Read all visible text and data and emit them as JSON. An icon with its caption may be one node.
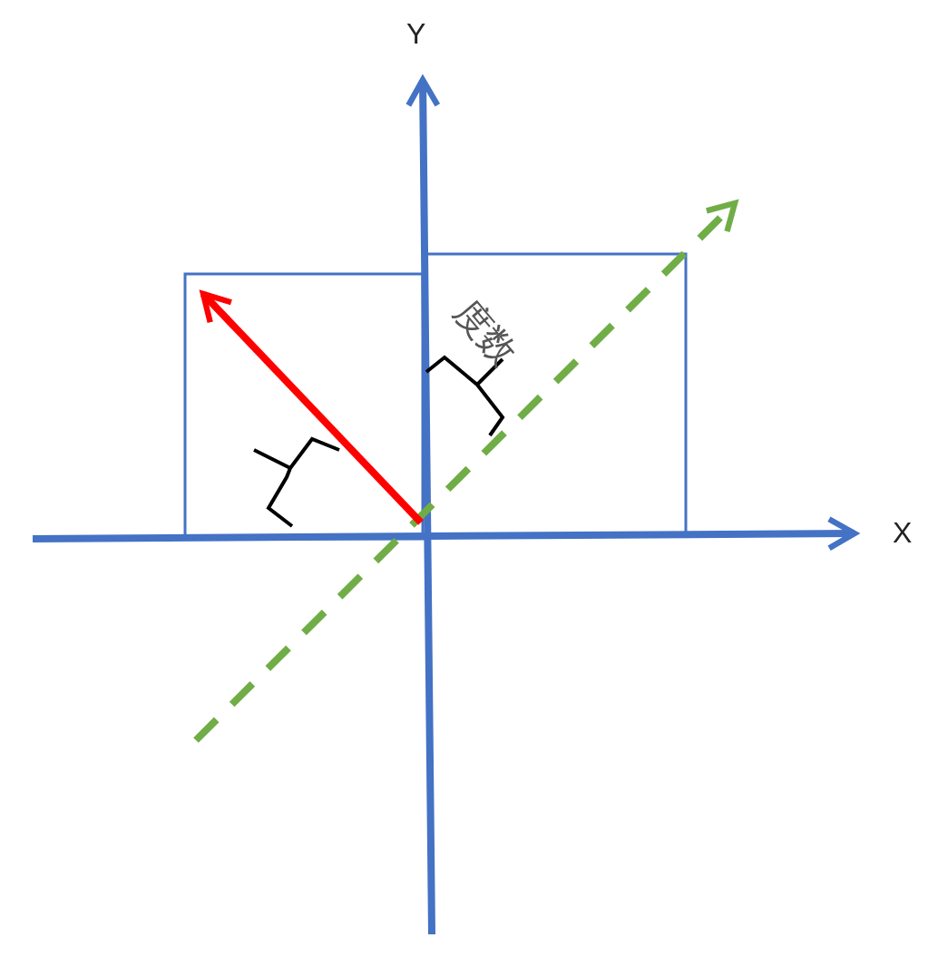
{
  "diagram": {
    "labels": [
      "Y",
      "度数",
      "X"
    ]
  }
}
